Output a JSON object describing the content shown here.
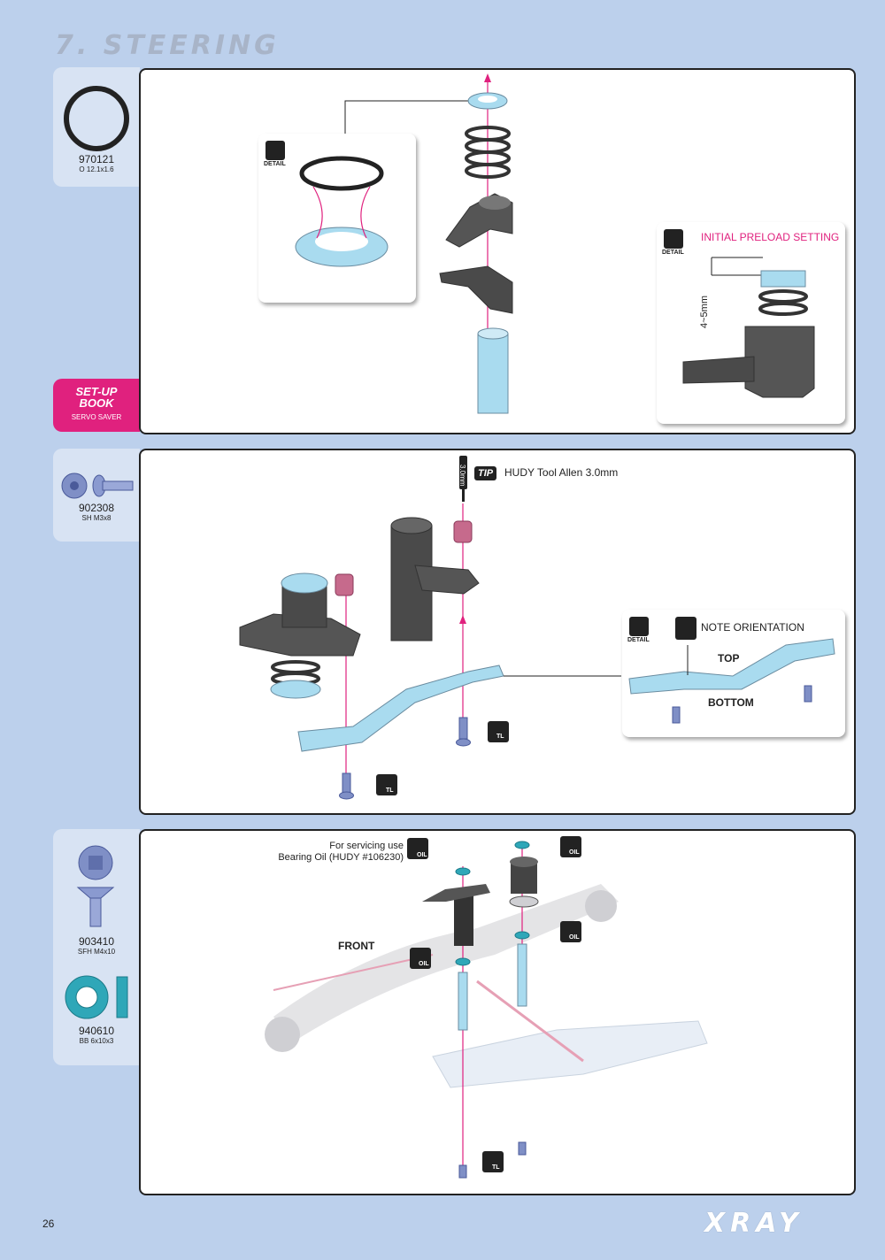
{
  "section_title": "7. STEERING",
  "page_number": "26",
  "brand": "XRAY",
  "colors": {
    "background": "#bcd0ec",
    "accent": "#e0217e",
    "part_blue": "#a9dbef",
    "part_dark": "#4a4a4a"
  },
  "steps": [
    {
      "parts": [
        {
          "code": "970121",
          "desc": "O 12.1x1.6"
        }
      ],
      "detail_badge": "DETAIL",
      "preload": {
        "badge": "DETAIL",
        "title": "INITIAL PRELOAD SETTING",
        "dimension": "4~5mm"
      },
      "setup_book": {
        "line1": "SET-UP",
        "line2": "BOOK",
        "sub": "SERVO SAVER"
      }
    },
    {
      "parts": [
        {
          "code": "902308",
          "desc": "SH M3x8"
        }
      ],
      "tip": {
        "badge": "TIP",
        "text": "HUDY Tool Allen 3.0mm",
        "tool_size": "3.0mm"
      },
      "note": {
        "badge": "DETAIL",
        "title": "NOTE ORIENTATION",
        "top": "TOP",
        "bottom": "BOTTOM"
      },
      "tl_label": "TL"
    },
    {
      "parts": [
        {
          "code": "903410",
          "desc": "SFH M4x10"
        },
        {
          "code": "940610",
          "desc": "BB 6x10x3"
        }
      ],
      "servicing_line1": "For servicing use",
      "servicing_line2": "Bearing Oil (HUDY #106230)",
      "front_label": "FRONT",
      "oil_label": "OIL",
      "tl_label": "TL"
    }
  ]
}
